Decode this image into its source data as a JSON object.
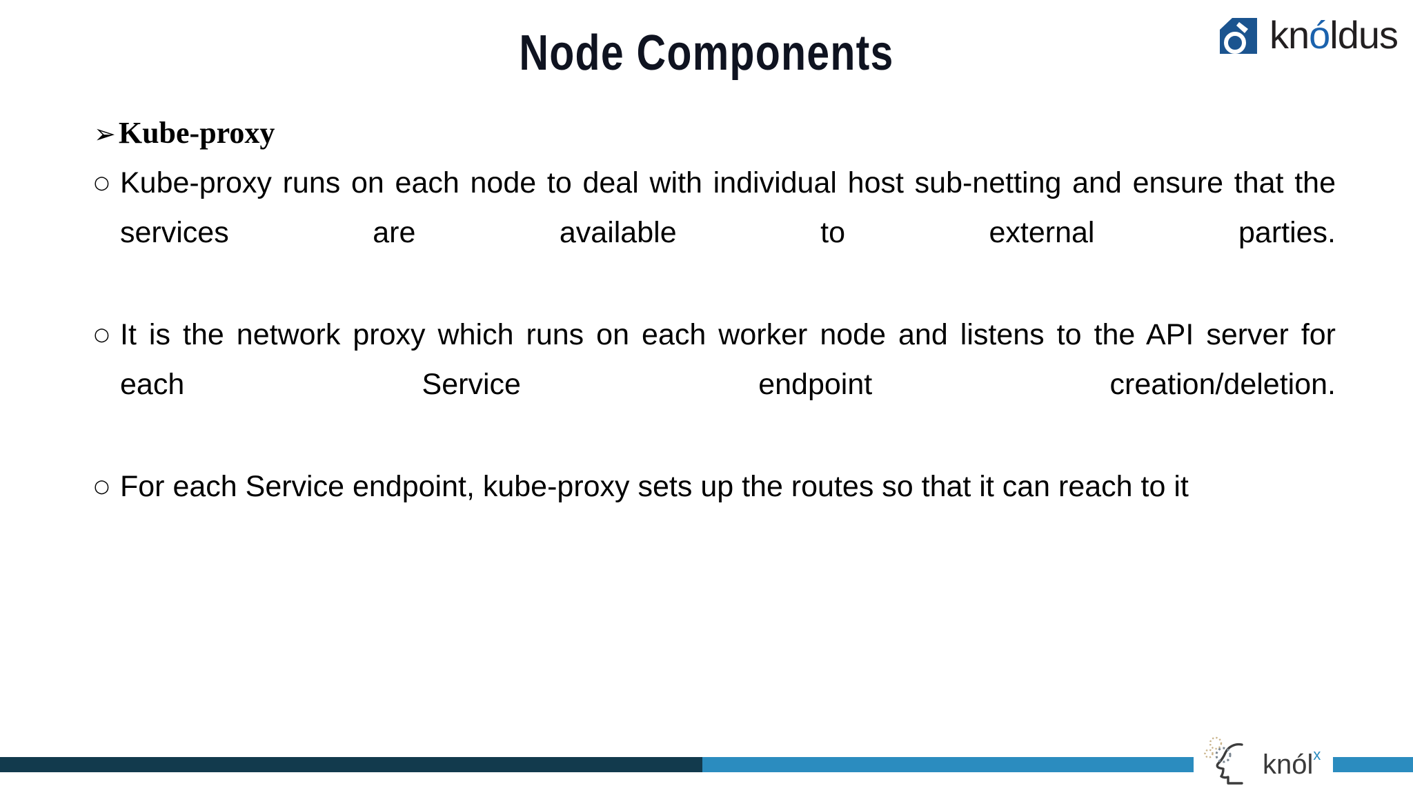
{
  "slide": {
    "title": "Node Components",
    "background_color": "#ffffff",
    "title_color": "#0f1320"
  },
  "brand": {
    "mark_color": "#1b548f",
    "wordmark_pre": "kn",
    "wordmark_accent": "ó",
    "wordmark_post": "ldus",
    "wordmark_color": "#221f20",
    "accent_color": "#1b62ad"
  },
  "content": {
    "heading": {
      "bullet": "➢",
      "text": "Kube-proxy"
    },
    "bullets": [
      {
        "marker": "○",
        "text": "Kube-proxy runs on each node to deal with individual host sub-netting and ensure that the services are available to external parties."
      },
      {
        "marker": "○",
        "text": "It is the network proxy which runs on each worker node and listens to the API server for each Service endpoint creation/deletion."
      },
      {
        "marker": "○",
        "text": "For each Service endpoint, kube-proxy sets up the routes so that it can reach to it"
      }
    ]
  },
  "footer": {
    "bar_dark_color": "#123a4d",
    "bar_light_color": "#2b8cbf",
    "logo_text_pre": "knól",
    "logo_text_sup": "x",
    "logo_text_color": "#3a3a3a",
    "logo_sup_color": "#2b8cbf"
  }
}
